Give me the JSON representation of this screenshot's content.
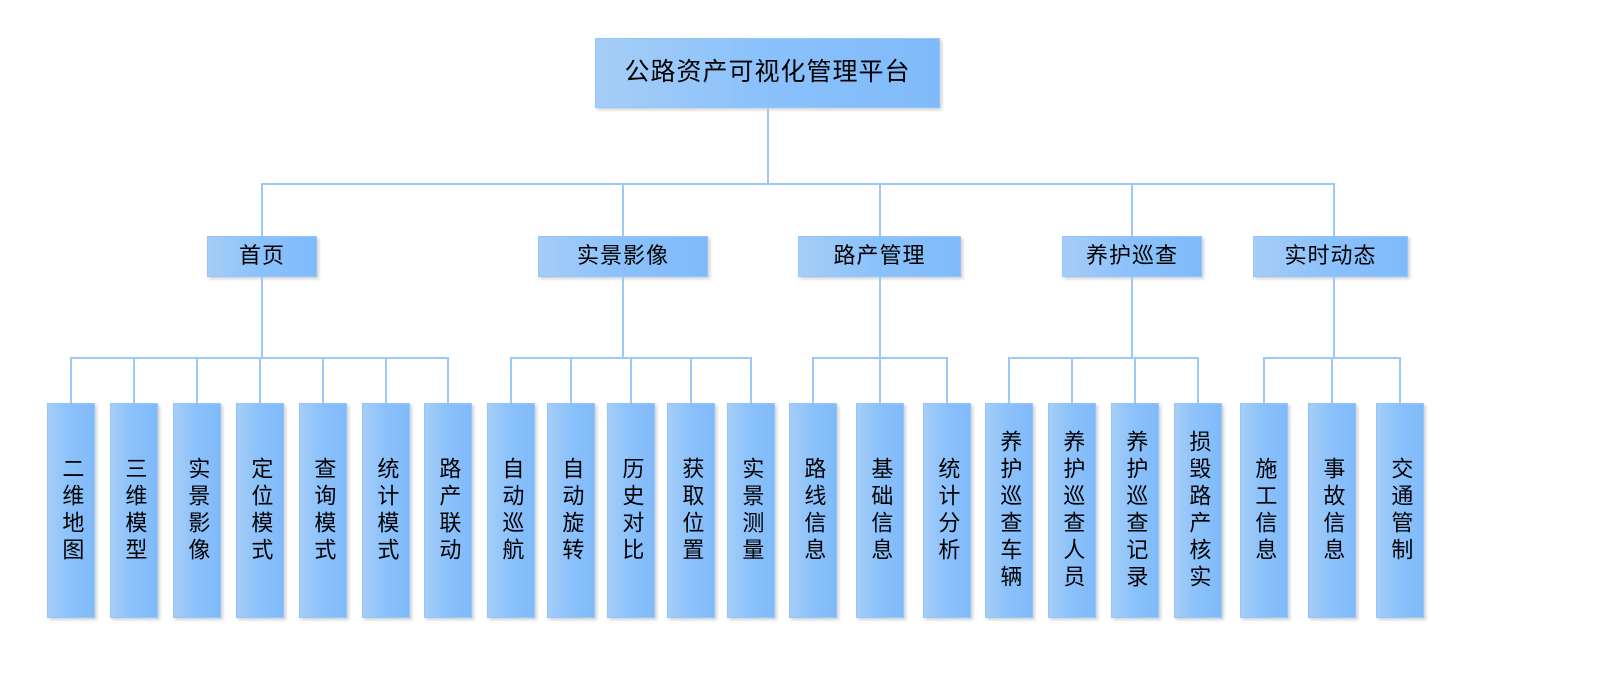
{
  "diagram": {
    "type": "organization-chart",
    "title": "公路资产可视化管理平台",
    "orientation": "top-down",
    "colors": {
      "node_fill": "#8cc2fb",
      "node_border": "#93c5fd",
      "connector": "#9cc9f7",
      "background": "#ffffff",
      "text": "#000000"
    },
    "root": {
      "label": "公路资产可视化管理平台"
    },
    "branches": [
      {
        "label": "首页",
        "children": [
          {
            "label": "二维地图"
          },
          {
            "label": "三维模型"
          },
          {
            "label": "实景影像"
          },
          {
            "label": "定位模式"
          },
          {
            "label": "查询模式"
          },
          {
            "label": "统计模式"
          },
          {
            "label": "路产联动"
          }
        ]
      },
      {
        "label": "实景影像",
        "children": [
          {
            "label": "自动巡航"
          },
          {
            "label": "自动旋转"
          },
          {
            "label": "历史对比"
          },
          {
            "label": "获取位置"
          },
          {
            "label": "实景测量"
          }
        ]
      },
      {
        "label": "路产管理",
        "children": [
          {
            "label": "路线信息"
          },
          {
            "label": "基础信息"
          },
          {
            "label": "统计分析"
          }
        ]
      },
      {
        "label": "养护巡查",
        "children": [
          {
            "label": "养护巡查车辆"
          },
          {
            "label": "养护巡查人员"
          },
          {
            "label": "养护巡查记录"
          },
          {
            "label": "损毁路产核实"
          }
        ]
      },
      {
        "label": "实时动态",
        "children": [
          {
            "label": "施工信息"
          },
          {
            "label": "事故信息"
          },
          {
            "label": "交通管制"
          }
        ]
      }
    ]
  }
}
